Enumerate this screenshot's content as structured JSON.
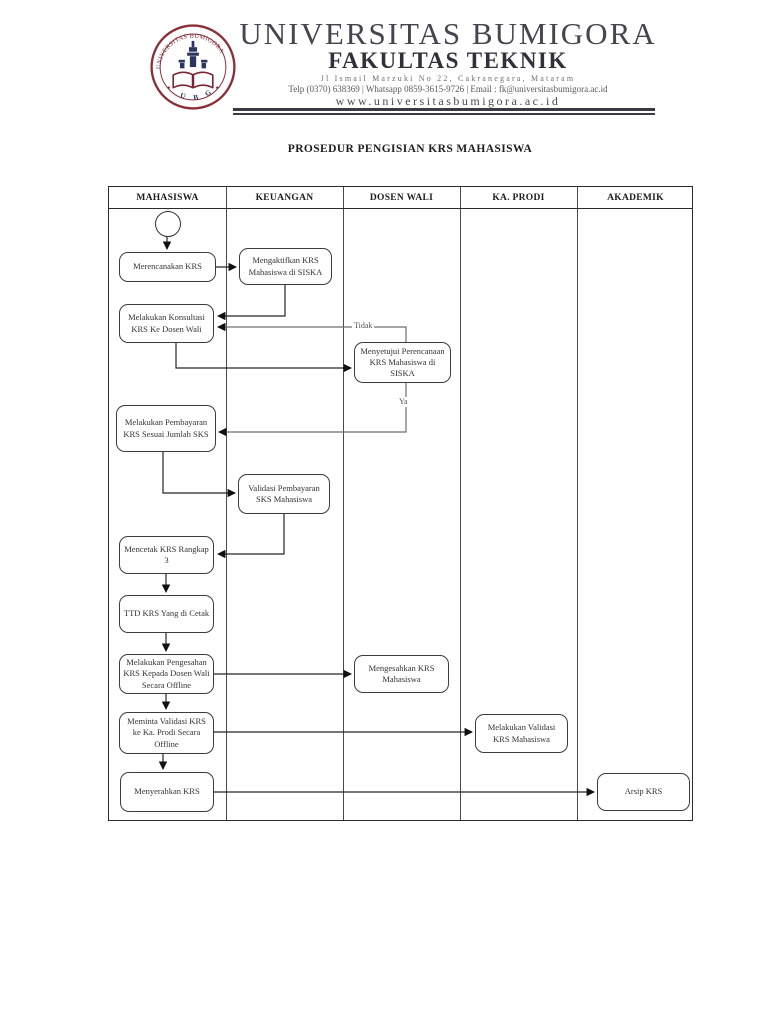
{
  "letterhead": {
    "university": "UNIVERSITAS BUMIGORA",
    "faculty": "FAKULTAS TEKNIK",
    "address": "Jl Ismail Marzuki No 22, Cakranegara, Mataram",
    "contact": "Telp (0370) 638369 | Whatsapp 0859-3615-9726 | Email : fk@universitasbumigora.ac.id",
    "website": "www.universitasbumigora.ac.id",
    "logo": {
      "seal_text": "UNIVERSITAS BUMIGORA",
      "seal_bottom_text": "U B G"
    }
  },
  "title": "PROSEDUR PENGISIAN KRS MAHASISWA",
  "diagram": {
    "lanes": [
      {
        "label": "MAHASISWA"
      },
      {
        "label": "KEUANGAN"
      },
      {
        "label": "DOSEN WALI"
      },
      {
        "label": "KA. PRODI"
      },
      {
        "label": "AKADEMIK"
      }
    ],
    "nodes": [
      {
        "id": "merencanakan-krs",
        "lane": "MAHASISWA",
        "label": "Merencanakan KRS"
      },
      {
        "id": "mengaktifkan-krs",
        "lane": "KEUANGAN",
        "label": "Mengaktifkan KRS Mahasiswa di SISKA"
      },
      {
        "id": "konsultasi-krs",
        "lane": "MAHASISWA",
        "label": "Melakukan Konsultasi KRS Ke Dosen Wali"
      },
      {
        "id": "menyetujui-krs",
        "lane": "DOSEN WALI",
        "label": "Menyetujui Perencanaan KRS Mahasiswa di SISKA"
      },
      {
        "id": "pembayaran-krs",
        "lane": "MAHASISWA",
        "label": "Melakukan Pembayaran KRS Sesuai Jumlah SKS"
      },
      {
        "id": "validasi-pembayaran",
        "lane": "KEUANGAN",
        "label": "Validasi Pembayaran SKS Mahasiswa"
      },
      {
        "id": "mencetak-krs",
        "lane": "MAHASISWA",
        "label": "Mencetak KRS Rangkap 3"
      },
      {
        "id": "ttd-krs",
        "lane": "MAHASISWA",
        "label": "TTD KRS Yang di Cetak"
      },
      {
        "id": "pengesahan-krs",
        "lane": "MAHASISWA",
        "label": "Melakukan Pengesahan KRS Kepada Dosen Wali Secara Offline"
      },
      {
        "id": "mengesahkan-krs",
        "lane": "DOSEN WALI",
        "label": "Mengesahkan KRS Mahasiswa"
      },
      {
        "id": "meminta-validasi-krs",
        "lane": "MAHASISWA",
        "label": "Meminta Validasi KRS ke Ka. Prodi Secara Offline"
      },
      {
        "id": "melakukan-validasi-krs",
        "lane": "KA. PRODI",
        "label": "Melakukan Validasi KRS Mahasiswa"
      },
      {
        "id": "menyerahkan-krs",
        "lane": "MAHASISWA",
        "label": "Menyerahkan KRS"
      },
      {
        "id": "arsip-krs",
        "lane": "AKADEMIK",
        "label": "Arsip KRS"
      }
    ],
    "edge_labels": {
      "no": "Tidak",
      "yes": "Ya"
    }
  },
  "colors": {
    "seal_maroon": "#7a2535",
    "seal_navy": "#2a3560",
    "ink": "#2b2b2b",
    "heading": "#45454f"
  }
}
